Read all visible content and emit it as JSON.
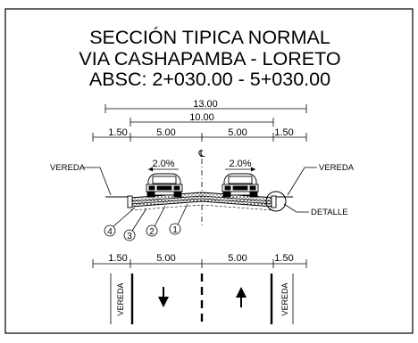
{
  "title": {
    "line1": "SECCIÓN TIPICA NORMAL",
    "line2": "VIA CASHAPAMBA - LORETO",
    "line3": "ABSC: 2+030.00 - 5+030.00"
  },
  "section": {
    "total_width": "13.00",
    "carriageway_width": "10.00",
    "sidewalk_left": "1.50",
    "lane_left": "5.00",
    "lane_right": "5.00",
    "sidewalk_right": "1.50",
    "slope_left": "2.0%",
    "slope_right": "2.0%",
    "centerline_symbol": "℄",
    "label_sidewalk_left": "VEREDA",
    "label_sidewalk_right": "VEREDA",
    "label_detail": "DETALLE",
    "layer_numbers": [
      "4",
      "3",
      "2",
      "1"
    ]
  },
  "plan": {
    "sidewalk_left": "1.50",
    "lane_left": "5.00",
    "lane_right": "5.00",
    "sidewalk_right": "1.50",
    "label_sidewalk_left": "VEREDA",
    "label_sidewalk_right": "VEREDA",
    "arrow_left_direction": "down",
    "arrow_right_direction": "up"
  },
  "colors": {
    "line": "#000000",
    "background": "#ffffff"
  }
}
